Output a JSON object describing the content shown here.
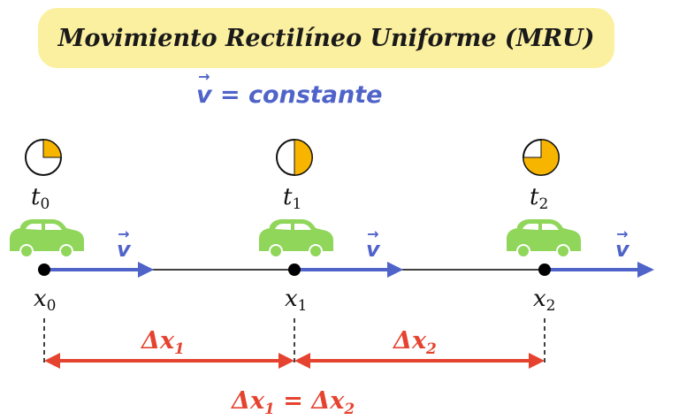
{
  "title": "Movimiento Rectilíneo Uniforme (MRU)",
  "velocity_equation": {
    "symbol": "v",
    "text": "= constante"
  },
  "velocity_symbol": "v",
  "instants": [
    {
      "time_base": "t",
      "time_sub": "0",
      "pos_base": "x",
      "pos_sub": "0",
      "clock_fraction": 0.25
    },
    {
      "time_base": "t",
      "time_sub": "1",
      "pos_base": "x",
      "pos_sub": "1",
      "clock_fraction": 0.5
    },
    {
      "time_base": "t",
      "time_sub": "2",
      "pos_base": "x",
      "pos_sub": "2",
      "clock_fraction": 0.75
    }
  ],
  "displacements": [
    {
      "base": "Δx",
      "sub": "1"
    },
    {
      "base": "Δx",
      "sub": "2"
    }
  ],
  "equality": {
    "left_base": "Δx",
    "left_sub": "1",
    "eq": "=",
    "right_base": "Δx",
    "right_sub": "2"
  },
  "colors": {
    "title_bg": "#fbf09f",
    "velocity": "#4f63c9",
    "car": "#8fd65a",
    "displacement": "#e5432f",
    "clock_fill": "#f7b500",
    "line": "#000000"
  },
  "icons": [
    "car-icon",
    "clock-icon",
    "velocity-arrow-icon"
  ]
}
